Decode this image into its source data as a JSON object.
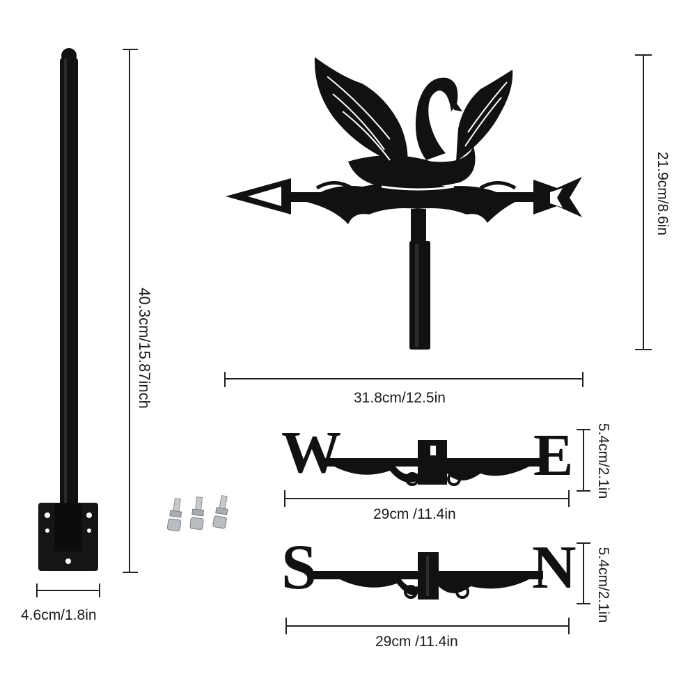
{
  "colors": {
    "metal": "#111111",
    "bolt": "#b9bcc0",
    "dimension_line": "#222222"
  },
  "dimensions": {
    "pole_height": "40.3cm/15.87inch",
    "base_width": "4.6cm/1.8in",
    "vane_height": "21.9cm/8.6in",
    "vane_width": "31.8cm/12.5in",
    "we_height": "5.4cm/2.1in",
    "we_width": "29cm /11.4in",
    "sn_height": "5.4cm/2.1in",
    "sn_width": "29cm /11.4in"
  },
  "letters": {
    "west": "W",
    "east": "E",
    "south": "S",
    "north": "N"
  },
  "parts": {
    "pole": "pole-icon",
    "vane": "swan-weathervane-icon",
    "bolts": "bolt-icon",
    "directions": "direction-arm-icon"
  }
}
